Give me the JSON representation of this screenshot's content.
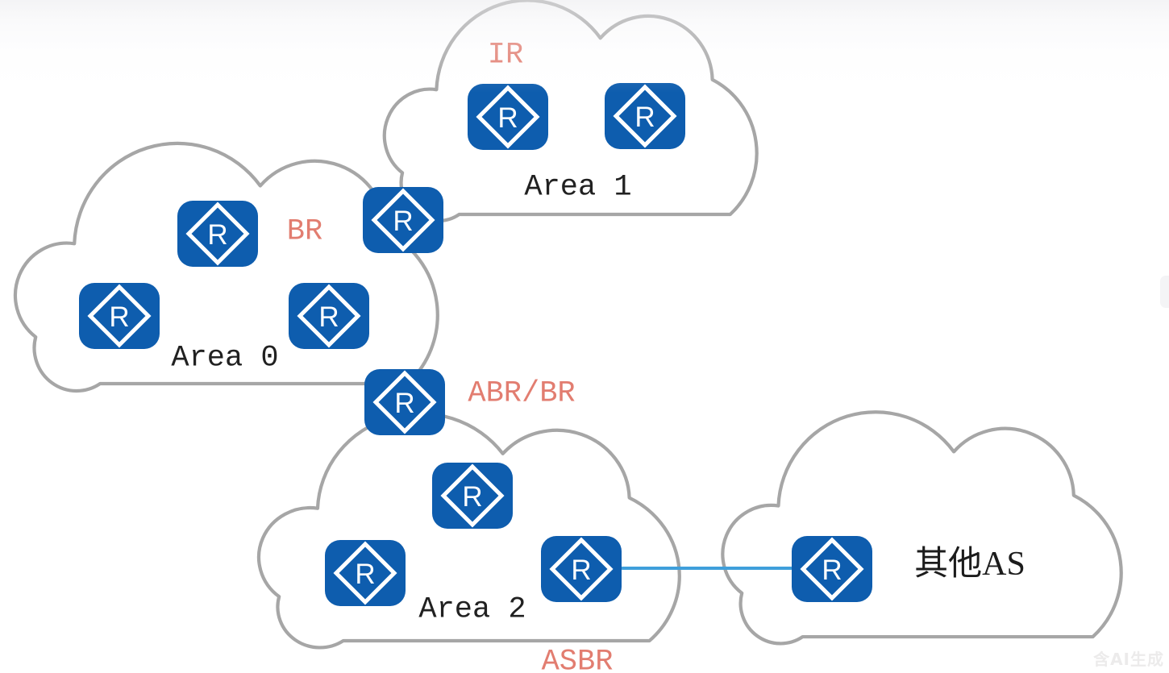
{
  "labels": {
    "area0": "Area 0",
    "area1": "Area 1",
    "area2": "Area 2",
    "other_as": "其他AS",
    "role_ir": "IR",
    "role_br": "BR",
    "role_abr_br": "ABR/BR",
    "role_asbr": "ASBR"
  },
  "router_glyph": "R",
  "watermark_text": "含AI生成",
  "colors": {
    "router_blue": "#0e5dae",
    "cloud_stroke": "#a6a6a6",
    "role_label_red": "#e27d70",
    "area_label_black": "#212121",
    "link_blue": "#3f9fdb"
  },
  "clouds": [
    {
      "id": "area1",
      "label": "Area 1"
    },
    {
      "id": "area0",
      "label": "Area 0"
    },
    {
      "id": "area2",
      "label": "Area 2"
    },
    {
      "id": "other-as",
      "label": "其他AS"
    }
  ],
  "routers": [
    {
      "id": "area1-router-1",
      "area": "Area 1",
      "role": "IR"
    },
    {
      "id": "area1-router-2",
      "area": "Area 1",
      "role": "IR"
    },
    {
      "id": "area0-area1-border-router",
      "area": "Area 0 / Area 1",
      "role": "ABR/BR"
    },
    {
      "id": "area0-router-1",
      "area": "Area 0",
      "role": "BR"
    },
    {
      "id": "area0-router-2",
      "area": "Area 0",
      "role": "BR"
    },
    {
      "id": "area0-router-3",
      "area": "Area 0",
      "role": "BR"
    },
    {
      "id": "area0-area2-border-router",
      "area": "Area 0 / Area 2",
      "role": "ABR/BR"
    },
    {
      "id": "area2-router-1",
      "area": "Area 2",
      "role": "IR"
    },
    {
      "id": "area2-router-2",
      "area": "Area 2",
      "role": "IR"
    },
    {
      "id": "area2-asbr-router",
      "area": "Area 2",
      "role": "ASBR"
    },
    {
      "id": "other-as-router",
      "area": "其他AS",
      "role": ""
    }
  ],
  "links": [
    {
      "from": "area2-asbr-router",
      "to": "other-as-router"
    }
  ]
}
